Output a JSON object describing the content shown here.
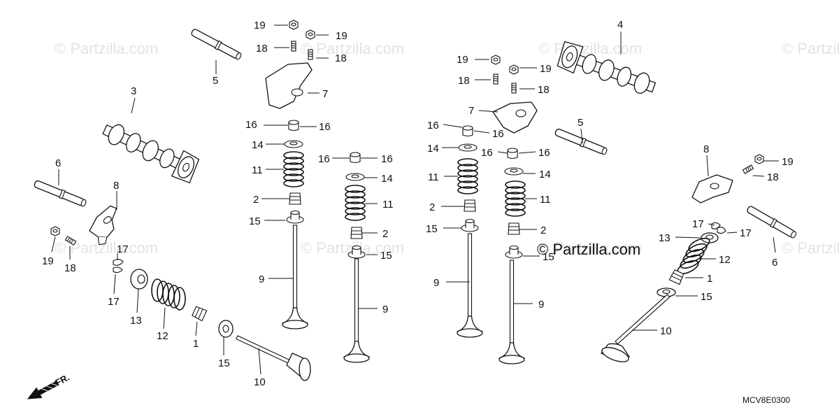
{
  "watermarks": [
    "© Partzilla.com",
    "© Partzilla.com",
    "© Partzilla.com",
    "© Partzilla.com",
    "© Partzilla.com",
    "© Partzilla.com",
    "© Partzilla.com",
    "© Partzilla.com"
  ],
  "brand": "© Partzilla.com",
  "diagram_code": "MCV8E0300",
  "front_arrow_label": "FR.",
  "callouts": [
    {
      "id": "c1",
      "label": "19"
    },
    {
      "id": "c2",
      "label": "19"
    },
    {
      "id": "c3",
      "label": "18"
    },
    {
      "id": "c4",
      "label": "18"
    },
    {
      "id": "c5",
      "label": "5"
    },
    {
      "id": "c6",
      "label": "7"
    },
    {
      "id": "c7",
      "label": "16"
    },
    {
      "id": "c8",
      "label": "16"
    },
    {
      "id": "c9",
      "label": "14"
    },
    {
      "id": "c10",
      "label": "11"
    },
    {
      "id": "c11",
      "label": "2"
    },
    {
      "id": "c12",
      "label": "15"
    },
    {
      "id": "c13",
      "label": "9"
    },
    {
      "id": "c14",
      "label": "16"
    },
    {
      "id": "c15",
      "label": "16"
    },
    {
      "id": "c16",
      "label": "14"
    },
    {
      "id": "c17",
      "label": "11"
    },
    {
      "id": "c18",
      "label": "2"
    },
    {
      "id": "c19",
      "label": "15"
    },
    {
      "id": "c20",
      "label": "9"
    },
    {
      "id": "c21",
      "label": "3"
    },
    {
      "id": "c22",
      "label": "6"
    },
    {
      "id": "c23",
      "label": "8"
    },
    {
      "id": "c24",
      "label": "19"
    },
    {
      "id": "c25",
      "label": "18"
    },
    {
      "id": "c26",
      "label": "17"
    },
    {
      "id": "c27",
      "label": "17"
    },
    {
      "id": "c28",
      "label": "13"
    },
    {
      "id": "c29",
      "label": "12"
    },
    {
      "id": "c30",
      "label": "1"
    },
    {
      "id": "c31",
      "label": "15"
    },
    {
      "id": "c32",
      "label": "10"
    },
    {
      "id": "c33",
      "label": "19"
    },
    {
      "id": "c34",
      "label": "19"
    },
    {
      "id": "c35",
      "label": "18"
    },
    {
      "id": "c36",
      "label": "18"
    },
    {
      "id": "c37",
      "label": "4"
    },
    {
      "id": "c38",
      "label": "7"
    },
    {
      "id": "c39",
      "label": "16"
    },
    {
      "id": "c40",
      "label": "16"
    },
    {
      "id": "c41",
      "label": "14"
    },
    {
      "id": "c42",
      "label": "11"
    },
    {
      "id": "c43",
      "label": "2"
    },
    {
      "id": "c44",
      "label": "15"
    },
    {
      "id": "c45",
      "label": "9"
    },
    {
      "id": "c46",
      "label": "16"
    },
    {
      "id": "c47",
      "label": "16"
    },
    {
      "id": "c48",
      "label": "14"
    },
    {
      "id": "c49",
      "label": "11"
    },
    {
      "id": "c50",
      "label": "2"
    },
    {
      "id": "c51",
      "label": "15"
    },
    {
      "id": "c52",
      "label": "9"
    },
    {
      "id": "c53",
      "label": "5"
    },
    {
      "id": "c54",
      "label": "8"
    },
    {
      "id": "c55",
      "label": "19"
    },
    {
      "id": "c56",
      "label": "18"
    },
    {
      "id": "c57",
      "label": "17"
    },
    {
      "id": "c58",
      "label": "17"
    },
    {
      "id": "c59",
      "label": "13"
    },
    {
      "id": "c60",
      "label": "12"
    },
    {
      "id": "c61",
      "label": "6"
    },
    {
      "id": "c62",
      "label": "1"
    },
    {
      "id": "c63",
      "label": "15"
    },
    {
      "id": "c64",
      "label": "10"
    }
  ]
}
